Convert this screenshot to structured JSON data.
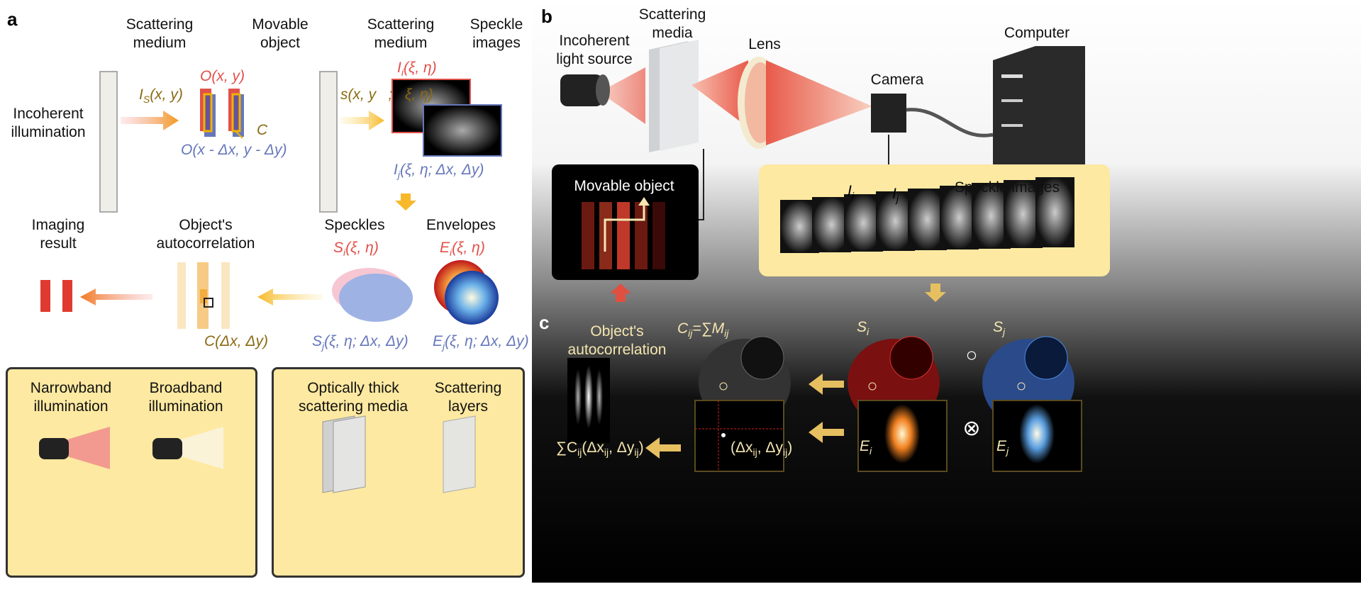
{
  "panel_a": {
    "label": "a",
    "headers": [
      "Scattering\nmedium",
      "Movable\nobject",
      "Scattering\nmedium",
      "Speckle\nimages"
    ],
    "incoherent": "Incoherent\nillumination",
    "is": {
      "main": "I",
      "sub": "S",
      "rest": "(x, y)"
    },
    "oxy": "O(x, y)",
    "c": "C",
    "shift": "O(x - Δx, y - Δy)",
    "sxy": "s(x, y   ;   ξ, η)",
    "ii": {
      "main": "I",
      "sub": "i",
      "rest": "(ξ, η)"
    },
    "ij": {
      "main": "I",
      "sub": "j",
      "rest": "(ξ, η; Δx, Δy)"
    },
    "row2": [
      "Imaging\nresult",
      "Object's\nautocorrelation",
      "Speckles",
      "Envelopes"
    ],
    "si": {
      "main": "S",
      "sub": "i",
      "rest": "(ξ, η)"
    },
    "ei": {
      "main": "E",
      "sub": "i",
      "rest": "(ξ, η)"
    },
    "cdelta": "C(Δx, Δy)",
    "sj": {
      "main": "S",
      "sub": "j",
      "rest": "(ξ, η; Δx, Δy)"
    },
    "ej": {
      "main": "E",
      "sub": "j",
      "rest": "(ξ, η; Δx, Δy)"
    },
    "box1": [
      "Narrowband\nillumination",
      "Broadband\nillumination"
    ],
    "box2": [
      "Optically thick\nscattering media",
      "Scattering\nlayers"
    ]
  },
  "panel_b": {
    "label": "b",
    "source": "Incoherent\nlight source",
    "media": "Scattering\nmedia",
    "lens": "Lens",
    "camera": "Camera",
    "computer": "Computer",
    "movable": "Movable object",
    "speckle": "Speckle images",
    "ii": {
      "main": "I",
      "sub": "i"
    },
    "ij": {
      "main": "I",
      "sub": "j"
    }
  },
  "panel_c": {
    "label": "c",
    "autocorr": "Object's\nautocorrelation",
    "cij": {
      "main": "C",
      "sub": "ij",
      "rest": "=∑M",
      "sub2": "ij"
    },
    "si": {
      "main": "S",
      "sub": "i"
    },
    "sj": {
      "main": "S",
      "sub": "j"
    },
    "hadamard": "○",
    "conv": "⊗",
    "ei": {
      "main": "E",
      "sub": "i"
    },
    "ej": {
      "main": "E",
      "sub": "j"
    },
    "sum": {
      "a": "∑C",
      "s1": "ij",
      "b": "(Δx",
      "s2": "ij",
      "c": ", Δy",
      "s3": "ij",
      "d": ")"
    },
    "delta": {
      "a": "(Δx",
      "s1": "ij",
      "b": ", Δy",
      "s2": "ij",
      "c": ")"
    }
  },
  "colors": {
    "red": "#e0514a",
    "blue": "#6677bb",
    "olive": "#8a6a12",
    "yellow": "#fde9a1"
  }
}
